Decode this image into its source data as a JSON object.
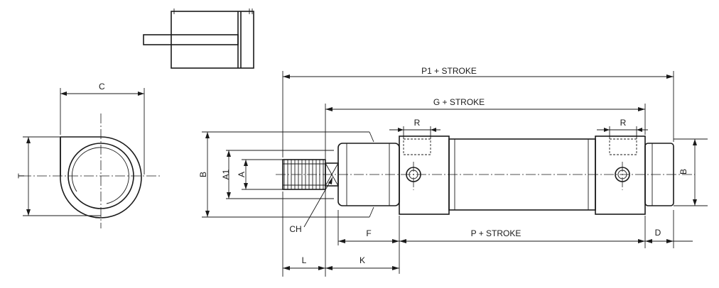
{
  "diagram": {
    "labels": {
      "c": "C",
      "t": "T",
      "b_left": "B",
      "a1": "A1",
      "a": "A",
      "ch": "CH",
      "p1_stroke": "P1 + STROKE",
      "g_stroke": "G + STROKE",
      "r_front": "R",
      "r_rear": "R",
      "b_right": "B",
      "f": "F",
      "p_stroke": "P + STROKE",
      "d": "D",
      "l": "L",
      "k": "K"
    }
  }
}
